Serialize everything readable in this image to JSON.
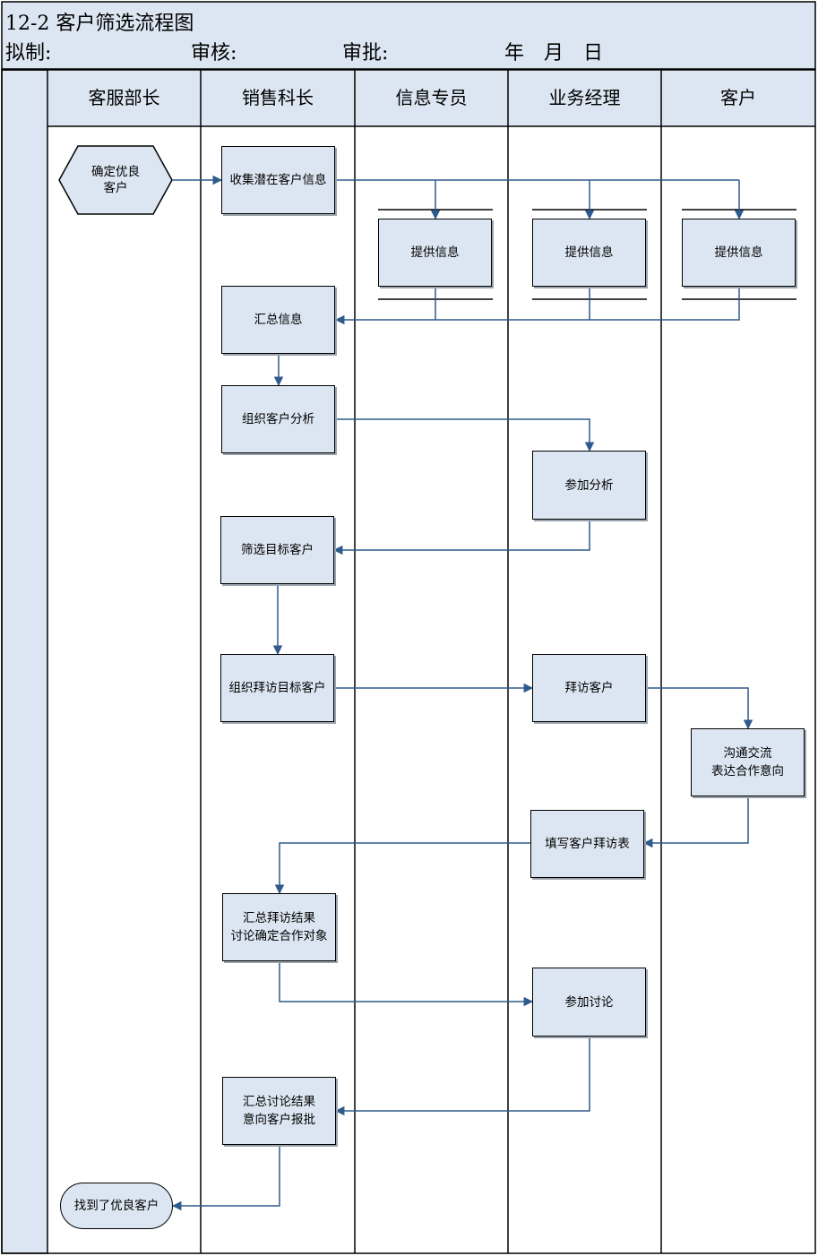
{
  "header": {
    "title": "12-2 客户筛选流程图",
    "drafted_label": "拟制:",
    "reviewed_label": "审核:",
    "approved_label": "审批:",
    "year_label": "年",
    "month_label": "月",
    "day_label": "日"
  },
  "lanes": [
    "客服部长",
    "销售科长",
    "信息专员",
    "业务经理",
    "客户"
  ],
  "nodes": {
    "start": "确定优良\n客户",
    "collect": "收集潜在客户信息",
    "provide1": "提供信息",
    "provide2": "提供信息",
    "provide3": "提供信息",
    "summarize": "汇总信息",
    "organize_analysis": "组织客户分析",
    "join_analysis": "参加分析",
    "screen": "筛选目标客户",
    "organize_visit": "组织拜访目标客户",
    "visit": "拜访客户",
    "communicate": "沟通交流\n表达合作意向",
    "fill_form": "填写客户拜访表",
    "summarize_visit": "汇总拜访结果\n讨论确定合作对象",
    "join_discussion": "参加讨论",
    "summarize_discussion": "汇总讨论结果\n意向客户报批",
    "end": "找到了优良客户"
  },
  "colors": {
    "header_bg": "#dce6f2",
    "box_fill": "#dce6f2",
    "connector": "#2e5a8c",
    "border": "#000000"
  }
}
